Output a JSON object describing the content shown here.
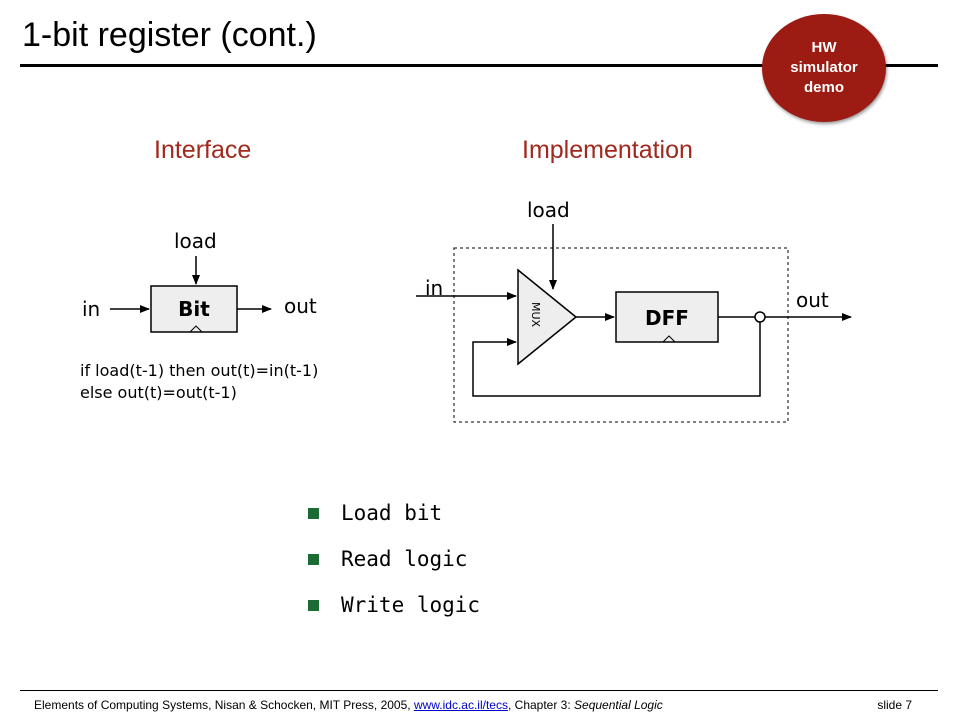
{
  "title": "1-bit register (cont.)",
  "badge": {
    "line1": "HW",
    "line2": "simulator",
    "line3": "demo"
  },
  "interface": {
    "heading": "Interface",
    "load_label": "load",
    "in_label": "in",
    "out_label": "out",
    "chip_label": "Bit",
    "spec_line1": "if load(t-1) then out(t)=in(t-1)",
    "spec_line2": "else out(t)=out(t-1)"
  },
  "implementation": {
    "heading": "Implementation",
    "load_label": "load",
    "in_label": "in",
    "out_label": "out",
    "mux_label": "MUX",
    "dff_label": "DFF"
  },
  "bullets": [
    "Load bit",
    "Read logic",
    "Write logic"
  ],
  "footer": {
    "prefix": "Elements of Computing Systems, Nisan & Schocken, MIT Press, 2005,",
    "link": "www.idc.ac.il/tecs",
    "mid": ", Chapter 3:",
    "chapter": "Sequential Logic",
    "slide": "slide 7"
  },
  "colors": {
    "badge": "#9c1b13",
    "heading": "#a0291e",
    "bullet": "#1c6b34",
    "link": "#0000cc"
  }
}
